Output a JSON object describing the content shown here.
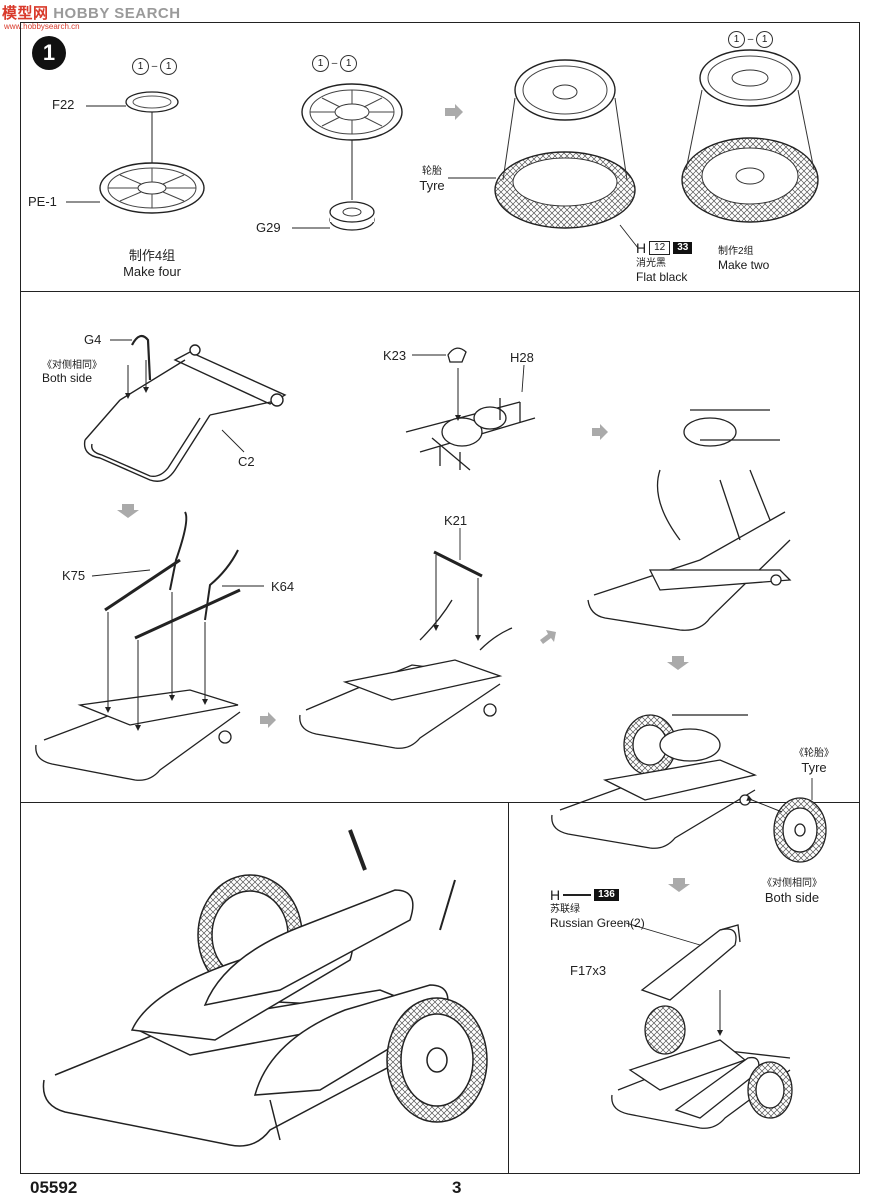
{
  "watermark": {
    "brand_a": "模型网",
    "brand_b": "HOBBY SEARCH",
    "url": "www.hobbysearch.cn"
  },
  "step": {
    "number": "1"
  },
  "top_panel": {
    "pair_1": {
      "a": "1",
      "b": "1"
    },
    "pair_2": {
      "a": "1",
      "b": "1"
    },
    "pair_3": {
      "a": "1",
      "b": "1"
    },
    "parts": {
      "f22": "F22",
      "pe1": "PE-1",
      "g29": "G29"
    },
    "make_four": {
      "zh": "制作4组",
      "en": "Make four"
    },
    "tyre": {
      "zh": "轮胎",
      "en": "Tyre"
    },
    "paint": {
      "letter": "H",
      "code": "12",
      "code2": "33",
      "zh": "消光黑",
      "en": "Flat black"
    },
    "make_two": {
      "zh": "制作2组",
      "en": "Make two"
    }
  },
  "mid_panel": {
    "parts": {
      "g4": "G4",
      "c2": "C2",
      "k23": "K23",
      "h28": "H28",
      "k75": "K75",
      "k64": "K64",
      "k21": "K21"
    },
    "both_side": {
      "zh": "《对侧相同》",
      "en": "Both side"
    },
    "tyre_side": {
      "zh": "《轮胎》",
      "en": "Tyre"
    },
    "both_side_2": {
      "zh": "《对侧相同》",
      "en": "Both side"
    },
    "paint": {
      "letter": "H",
      "code": "136",
      "zh": "苏联绿",
      "en": "Russian Green(2)"
    },
    "shell_part": "F17x3"
  },
  "footer": {
    "code": "05592",
    "page": "3"
  }
}
